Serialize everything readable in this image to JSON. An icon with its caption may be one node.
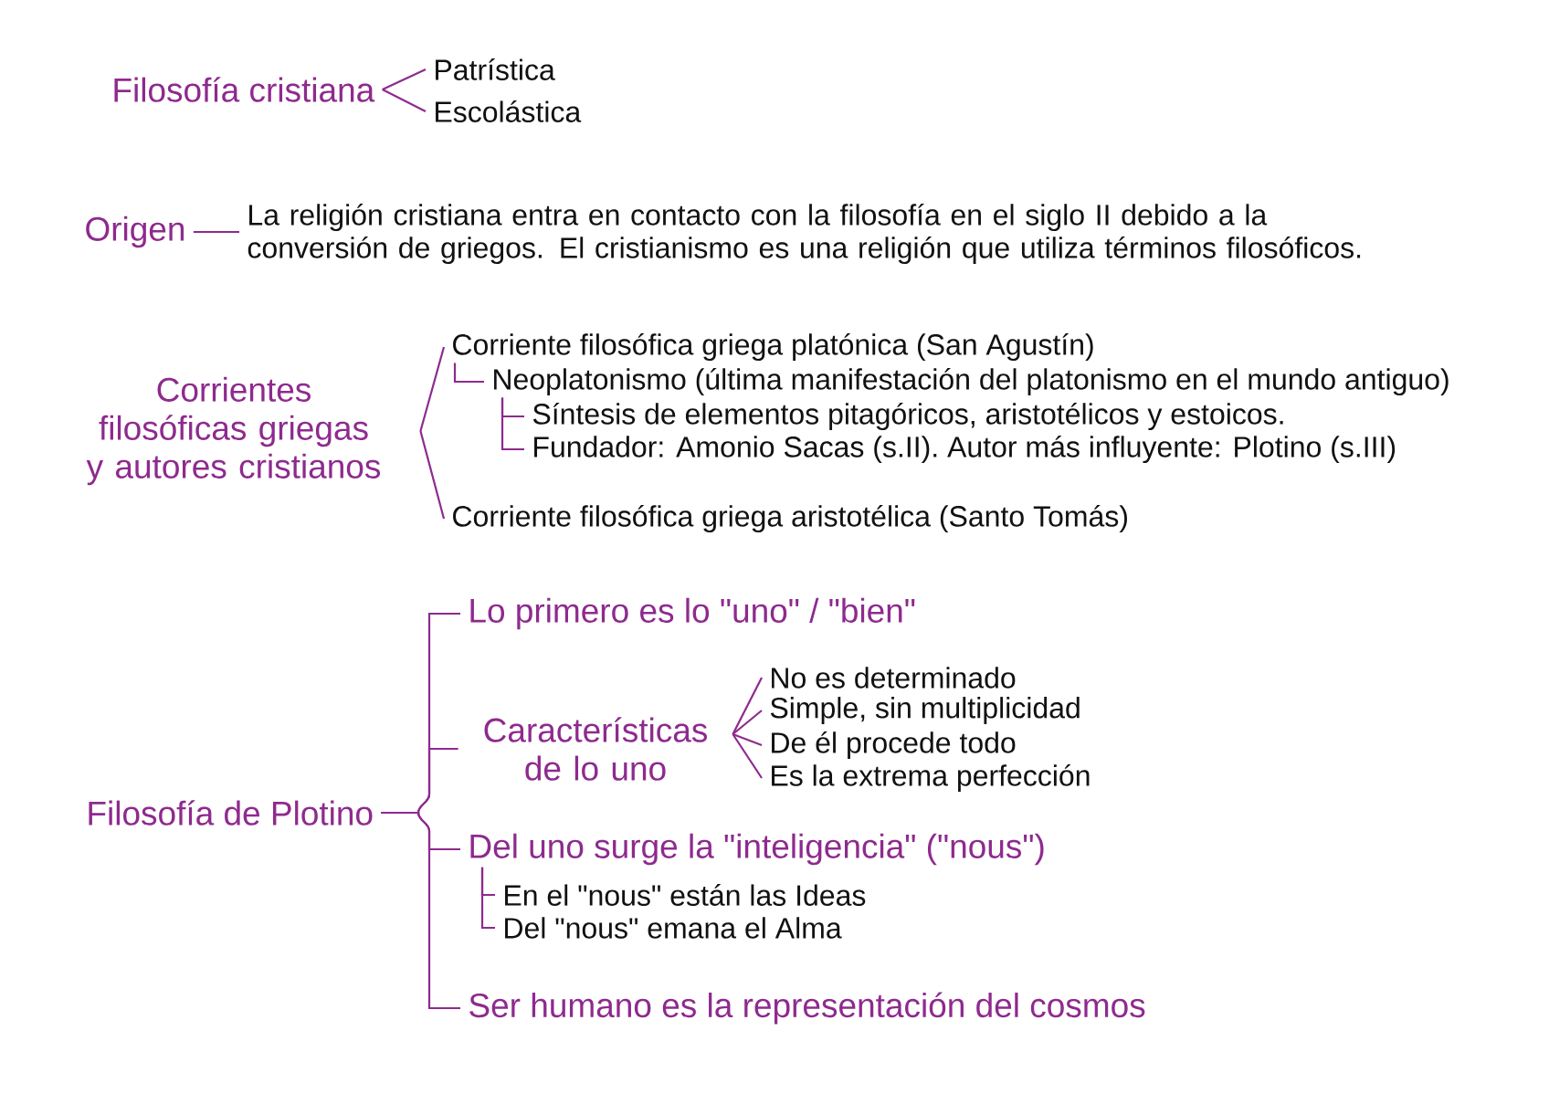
{
  "diagram": {
    "nodes": [
      {
        "text": [
          "Filosofía cristiana"
        ]
      },
      {
        "text": [
          "Patrística"
        ]
      },
      {
        "text": [
          "Escolástica"
        ]
      },
      {
        "text": [
          "Origen"
        ]
      },
      {
        "text": [
          "La religión cristiana entra en contacto con la filosofía en el siglo II debido a la conversión de griegos. El cristianismo es una religión que utiliza términos filosóficos."
        ]
      },
      {
        "text": [
          "Corrientes filosóficas griegas y autores cristianos"
        ]
      },
      {
        "text": [
          "Corriente filosófica griega platónica (San Agustín)"
        ]
      },
      {
        "text": [
          "Neoplatonismo (última manifestación del platonismo en el mundo antiguo)"
        ]
      },
      {
        "text": [
          "Síntesis de elementos pitagóricos, aristotélicos y estoicos."
        ]
      },
      {
        "text": [
          "Fundador: Amonio Sacas (s.II). Autor más influyente: Plotino (s.III)"
        ]
      },
      {
        "text": [
          "Corriente filosófica griega aristotélica (Santo Tomás)"
        ]
      },
      {
        "text": [
          "Filosofía de Plotino"
        ]
      },
      {
        "text": [
          "Lo primero es lo \"uno\" / \"bien\""
        ]
      },
      {
        "text": [
          "Características de lo uno"
        ]
      },
      {
        "text": [
          "No es determinado"
        ]
      },
      {
        "text": [
          "Simple, sin multiplicidad"
        ]
      },
      {
        "text": [
          "De él procede todo"
        ]
      },
      {
        "text": [
          "Es la extrema perfección"
        ]
      },
      {
        "text": [
          "Del uno surge la \"inteligencia\" (\"nous\")"
        ]
      },
      {
        "text": [
          "En el \"nous\" están las Ideas"
        ]
      },
      {
        "text": [
          "Del \"nous\" emana el Alma"
        ]
      },
      {
        "text": [
          "Ser humano es la representación del cosmos"
        ]
      }
    ],
    "edges": [
      {
        "from": 0,
        "to": 1,
        "arrow": "none"
      },
      {
        "from": 0,
        "to": 2,
        "arrow": "none"
      },
      {
        "from": 3,
        "to": 4,
        "arrow": "none"
      },
      {
        "from": 5,
        "to": 6,
        "arrow": "none"
      },
      {
        "from": 5,
        "to": 10,
        "arrow": "none"
      },
      {
        "from": 6,
        "to": 7,
        "arrow": "none"
      },
      {
        "from": 7,
        "to": 8,
        "arrow": "none"
      },
      {
        "from": 7,
        "to": 9,
        "arrow": "none"
      },
      {
        "from": 11,
        "to": 12,
        "arrow": "none"
      },
      {
        "from": 11,
        "to": 13,
        "arrow": "none"
      },
      {
        "from": 11,
        "to": 18,
        "arrow": "none"
      },
      {
        "from": 11,
        "to": 21,
        "arrow": "none"
      },
      {
        "from": 13,
        "to": 14,
        "arrow": "none"
      },
      {
        "from": 13,
        "to": 15,
        "arrow": "none"
      },
      {
        "from": 13,
        "to": 16,
        "arrow": "none"
      },
      {
        "from": 13,
        "to": 17,
        "arrow": "none"
      },
      {
        "from": 18,
        "to": 19,
        "arrow": "none"
      },
      {
        "from": 18,
        "to": 20,
        "arrow": "none"
      }
    ]
  }
}
